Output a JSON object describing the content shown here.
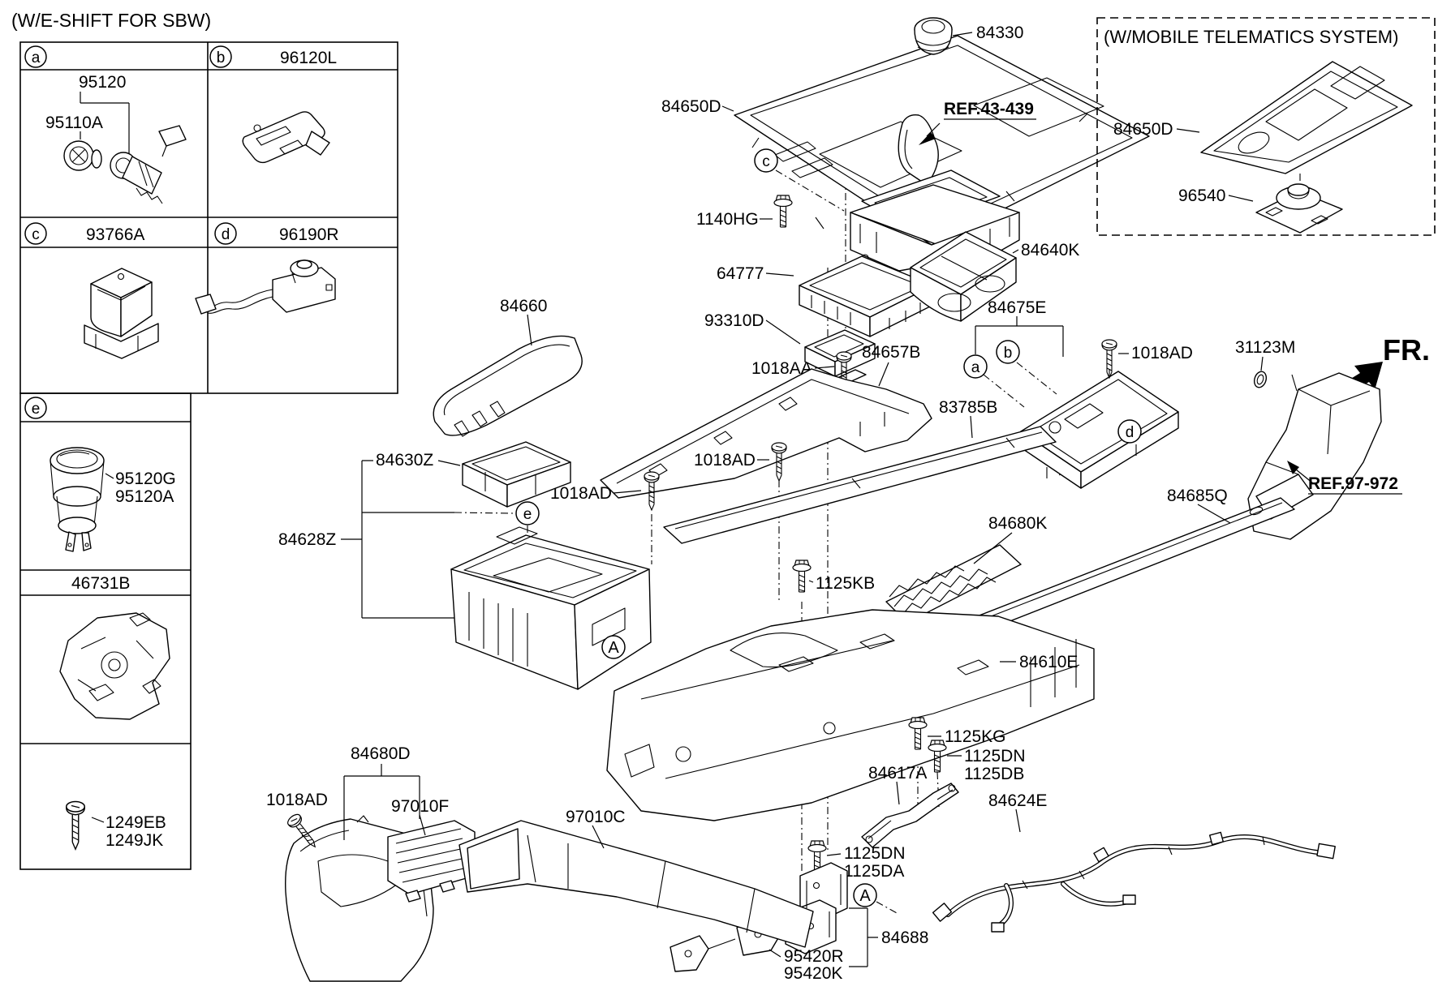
{
  "note": "(W/E-SHIFT FOR SBW)",
  "table": {
    "a": {
      "letter": "a",
      "assembly": "95120",
      "socket": "95110A"
    },
    "b": {
      "letter": "b",
      "part": "96120L"
    },
    "c": {
      "letter": "c",
      "part": "93766A"
    },
    "d": {
      "letter": "d",
      "part": "96190R"
    },
    "e": {
      "letter": "e",
      "part1": "95120G",
      "part2": "95120A"
    },
    "row4": {
      "part": "46731B"
    },
    "row5": {
      "part1": "1249EB",
      "part2": "1249JK"
    }
  },
  "inset": {
    "title": "(W/MOBILE TELEMATICS SYSTEM)",
    "garnish": "84650D",
    "controller": "96540"
  },
  "labels": {
    "p84330": "84330",
    "p84650D": "84650D",
    "p1140HG": "1140HG",
    "p64777": "64777",
    "p93310D": "93310D",
    "p1018AA": "1018AA",
    "p84640K": "84640K",
    "p84675E": "84675E",
    "p84657B": "84657B",
    "p83785B": "83785B",
    "p1018AD": "1018AD",
    "p31123M": "31123M",
    "p84685Q": "84685Q",
    "p84680K": "84680K",
    "p1125KB": "1125KB",
    "p84610E": "84610E",
    "p1125KG": "1125KG",
    "p1125DN": "1125DN",
    "p1125DB": "1125DB",
    "p1125DA": "1125DA",
    "p84617A": "84617A",
    "p84624E": "84624E",
    "p84688": "84688",
    "p95420R": "95420R",
    "p95420K": "95420K",
    "p84660": "84660",
    "p84630Z": "84630Z",
    "p84628Z": "84628Z",
    "p84680D": "84680D",
    "p97010F": "97010F",
    "p97010C": "97010C"
  },
  "refs": {
    "shifter": "REF.43-439",
    "duct": "REF.97-972"
  },
  "direction": {
    "front": "FR."
  },
  "markers": {
    "a": "a",
    "b": "b",
    "c": "c",
    "d": "d",
    "e": "e",
    "view_a": "A"
  },
  "colors": {
    "line": "#000000",
    "background": "#ffffff"
  }
}
